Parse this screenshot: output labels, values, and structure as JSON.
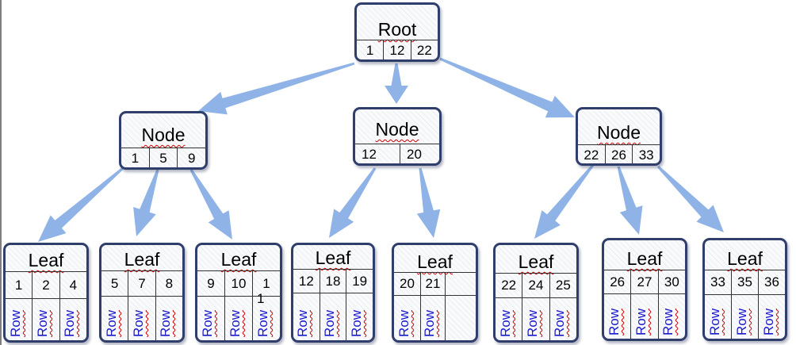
{
  "root": {
    "title": "Root",
    "keys": [
      "1",
      "12",
      "22"
    ]
  },
  "nodes": [
    {
      "title": "Node",
      "keys": [
        "1",
        "5",
        "9"
      ]
    },
    {
      "title": "Node",
      "keys": [
        "12",
        "20"
      ]
    },
    {
      "title": "Node",
      "keys": [
        "22",
        "26",
        "33"
      ]
    }
  ],
  "leaves": [
    {
      "title": "Leaf",
      "keys": [
        "1",
        "2",
        "4"
      ],
      "rows": [
        "Row",
        "Row",
        "Row"
      ]
    },
    {
      "title": "Leaf",
      "keys": [
        "5",
        "7",
        "8"
      ],
      "rows": [
        "Row",
        "Row",
        "Row"
      ]
    },
    {
      "title": "Leaf",
      "keys": [
        "9",
        "10",
        "1"
      ],
      "overflow": "1",
      "rows": [
        "Row",
        "Row",
        "Row"
      ]
    },
    {
      "title": "Leaf",
      "keys": [
        "12",
        "18",
        "19"
      ],
      "rows": [
        "Row",
        "Row",
        "Row"
      ]
    },
    {
      "title": "Leaf",
      "keys": [
        "20",
        "21",
        ""
      ],
      "rows": [
        "Row",
        "Row"
      ]
    },
    {
      "title": "Leaf",
      "keys": [
        "22",
        "24",
        "25"
      ],
      "rows": [
        "Row",
        "Row",
        "Row"
      ]
    },
    {
      "title": "Leaf",
      "keys": [
        "26",
        "27",
        "30"
      ],
      "rows": [
        "Row",
        "Row",
        "Row"
      ]
    },
    {
      "title": "Leaf",
      "keys": [
        "33",
        "35",
        "36"
      ],
      "rows": [
        "Row",
        "Row",
        "Row"
      ]
    }
  ],
  "colors": {
    "arrow": "#8fb3e6",
    "border": "#2f3e6b",
    "row_text": "#1a1acc",
    "spell_underline": "#d00000"
  }
}
